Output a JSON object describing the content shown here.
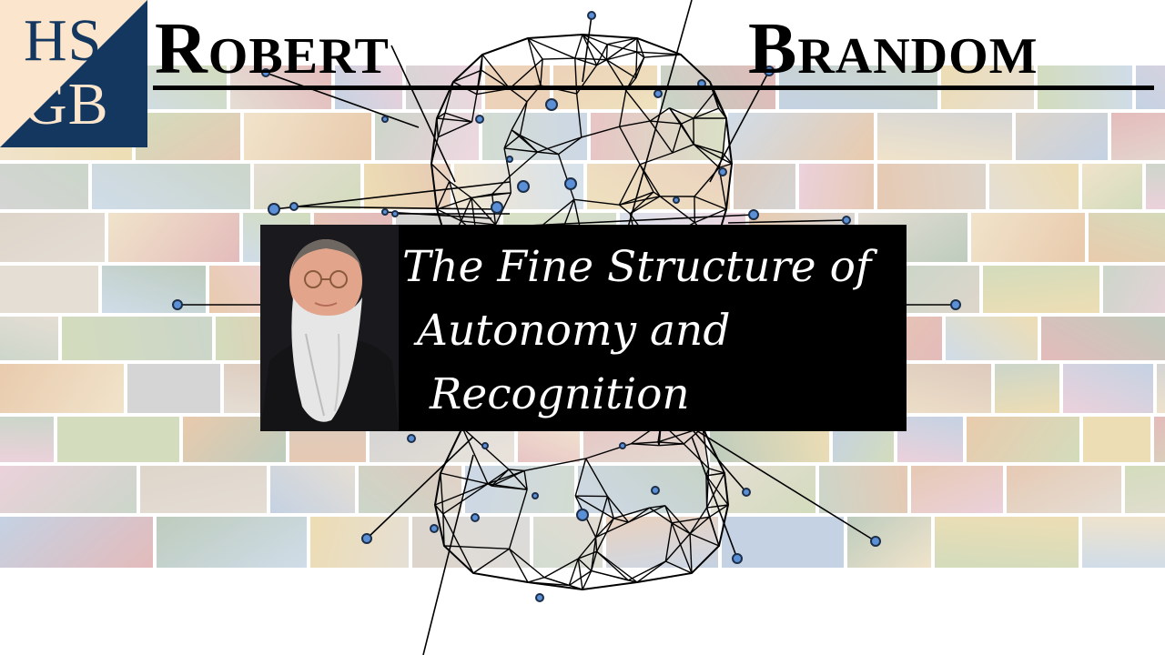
{
  "logo": {
    "top_letters": "HS",
    "bottom_letters": "GB",
    "colors": {
      "light": "#fbe6cd",
      "dark": "#13375f"
    }
  },
  "header": {
    "first_name": "Robert",
    "last_name": "Brandom"
  },
  "title_card": {
    "lines": [
      "The Fine Structure of",
      "Autonomy and",
      "Recognition"
    ],
    "portrait_alt": "Portrait of a bearded man with round glasses"
  },
  "graphic": {
    "mesh_color": "#000000",
    "node_color": "#5b8fd6",
    "node_border": "#1d2e48",
    "background_description": "Faded photo collage"
  }
}
